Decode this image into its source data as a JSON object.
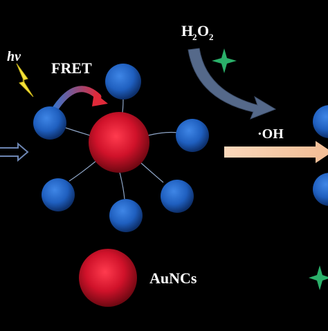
{
  "labels": {
    "light": "hv",
    "fret": "FRET",
    "h2o2_main": "H",
    "h2o2_sub1": "2",
    "h2o2_mid": "O",
    "h2o2_sub2": "2",
    "hydroxyl": "·OH",
    "legend_aunc": "AuNCs"
  },
  "colors": {
    "background": "#000000",
    "blue_particle": "#1f5fbf",
    "red_particle": "#d0122a",
    "fret_arrow": "#e03040",
    "h2o2_arrow": "#5a6f90",
    "oh_arrow": "#f6c9a5",
    "lightning": "#f5e43a",
    "sparkle": "#2bb06a",
    "linker": "#8fa6c8"
  }
}
